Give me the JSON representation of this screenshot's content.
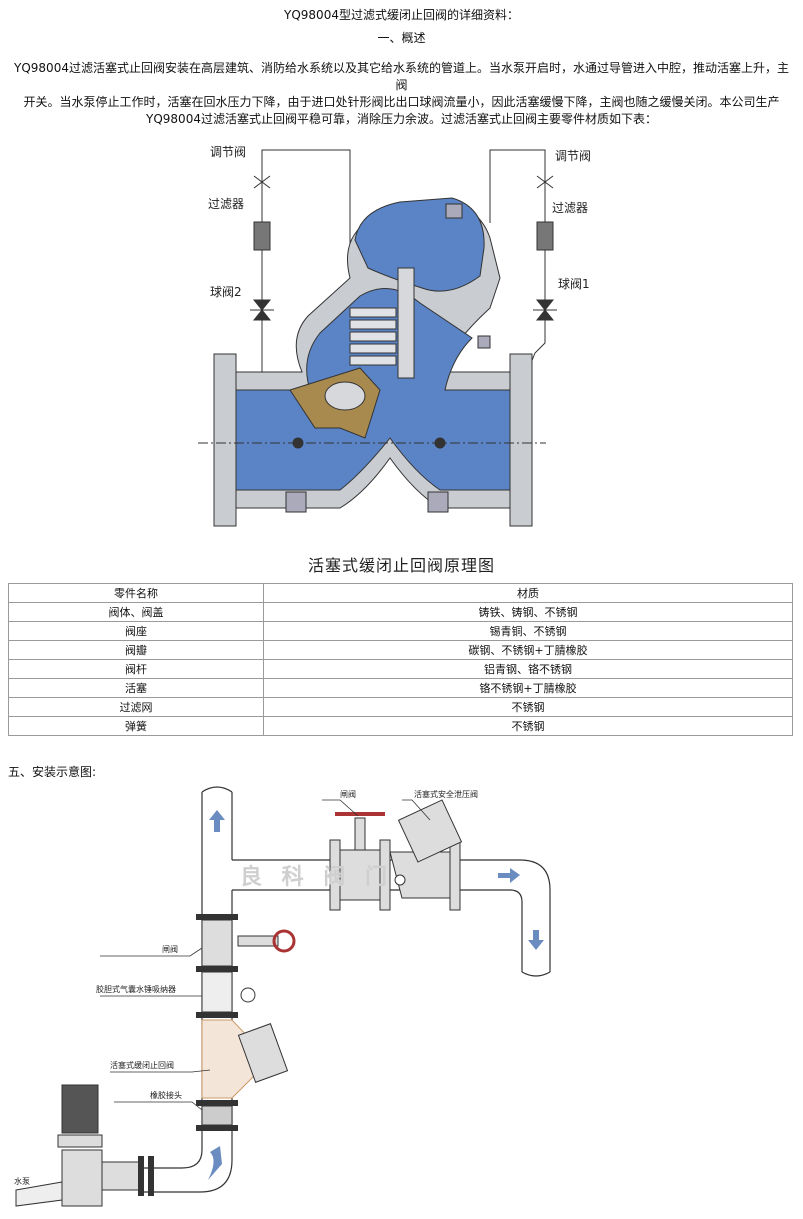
{
  "doc_title": "YQ98004型过滤式缓闭止回阀的详细资料：",
  "section1_heading": "一、概述",
  "intro_lines": [
    "YQ98004过滤活塞式止回阀安装在高层建筑、消防给水系统以及其它给水系统的管道上。当水泵开启时，水通过导管进入中腔，推动活塞上升，主阀",
    "开关。当水泵停止工作时，活塞在回水压力下降，由于进口处针形阀比出口球阀流量小，因此活塞缓慢下降，主阀也随之缓慢关闭。本公司生产",
    "YQ98004过滤活塞式止回阀平稳可靠，消除压力余波。过滤活塞式止回阀主要零件材质如下表："
  ],
  "figure1": {
    "labels": {
      "left_regulator": "调节阀",
      "left_filter": "过滤器",
      "left_ball": "球阀2",
      "right_regulator": "调节阀",
      "right_filter": "过滤器",
      "right_ball": "球阀1"
    },
    "caption": "活塞式缓闭止回阀原理图",
    "colors": {
      "body": "#c9ccd1",
      "cavity": "#5b84c6",
      "piston": "#a88a4e"
    }
  },
  "parts_table": {
    "headers": [
      "零件名称",
      "材质"
    ],
    "rows": [
      [
        "阀体、阀盖",
        "铸铁、铸钢、不锈钢"
      ],
      [
        "阀座",
        "锡青铜、不锈钢"
      ],
      [
        "阀瓣",
        "碳钢、不锈钢+丁腈橡胶"
      ],
      [
        "阀杆",
        "铝青钢、铬不锈钢"
      ],
      [
        "活塞",
        "铬不锈钢+丁腈橡胶"
      ],
      [
        "过滤网",
        "不锈钢"
      ],
      [
        "弹簧",
        "不锈钢"
      ]
    ]
  },
  "section5_heading": "五、安装示意图:",
  "figure2": {
    "labels": {
      "gate_valve_top": "闸阀",
      "safety_valve": "活塞式安全泄压阀",
      "gate_valve_left": "闸阀",
      "water_hammer": "胶胆式气囊水锤吸纳器",
      "check_valve": "活塞式缓闭止回阀",
      "rubber_joint": "橡胶接头",
      "pump": "水泵"
    },
    "watermark": "良 科 阀 门"
  }
}
